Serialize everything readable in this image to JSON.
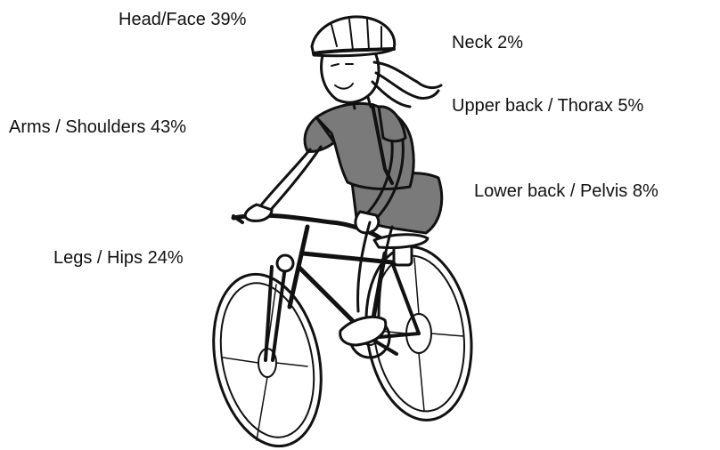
{
  "labels": {
    "head_face": "Head/Face 39%",
    "neck": "Neck 2%",
    "upper_back": "Upper back / Thorax 5%",
    "arms_shoulders": "Arms / Shoulders 43%",
    "lower_back": "Lower back / Pelvis 8%",
    "legs_hips": "Legs / Hips 24%"
  },
  "illustration": {
    "subject": "girl-riding-bicycle",
    "shading_color": "#7a7a7a",
    "line_color": "#111111"
  }
}
